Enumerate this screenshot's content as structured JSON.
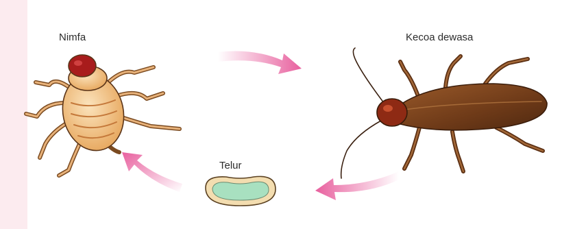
{
  "diagram": {
    "labels": {
      "nymph": "Nimfa",
      "adult": "Kecoa dewasa",
      "egg": "Telur"
    }
  },
  "colors": {
    "arrow": "#e8609e",
    "nymph_body": "#f2c48a",
    "nymph_head": "#a81c1c",
    "adult_body": "#7a4320",
    "adult_head": "#8e2a14",
    "egg_outer": "#f3ddb0",
    "egg_inner": "#a8e0c0"
  }
}
